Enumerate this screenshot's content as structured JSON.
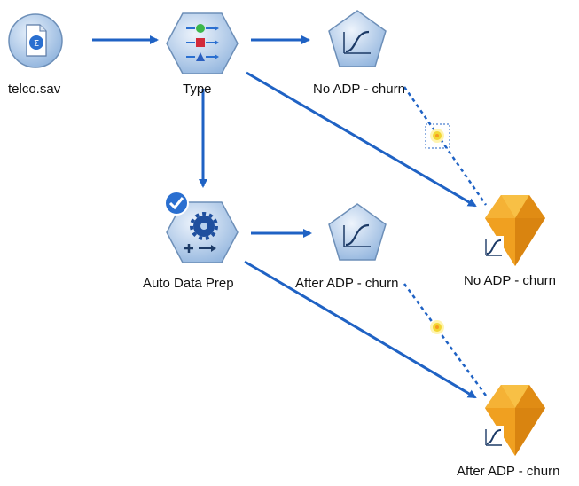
{
  "stream": {
    "nodes": {
      "source": {
        "label": "telco.sav",
        "icon": "statistics-file-source-icon"
      },
      "type": {
        "label": "Type",
        "icon": "type-node-icon"
      },
      "adp": {
        "label": "Auto Data Prep",
        "icon": "auto-data-prep-icon"
      },
      "model_no_adp": {
        "label": "No ADP - churn",
        "icon": "logistic-model-builder-icon"
      },
      "model_after_adp": {
        "label": "After ADP - churn",
        "icon": "logistic-model-builder-icon"
      },
      "nugget_no_adp": {
        "label": "No ADP - churn",
        "icon": "model-nugget-icon"
      },
      "nugget_after_adp": {
        "label": "After ADP - churn",
        "icon": "model-nugget-icon"
      }
    }
  },
  "colors": {
    "link": "#1f62c4",
    "node_fill": "#b9d2ee",
    "node_edge": "#6d8fb8",
    "nugget": "#f3a524",
    "nugget_dark": "#d98410",
    "link_marker": "#f2d733"
  }
}
